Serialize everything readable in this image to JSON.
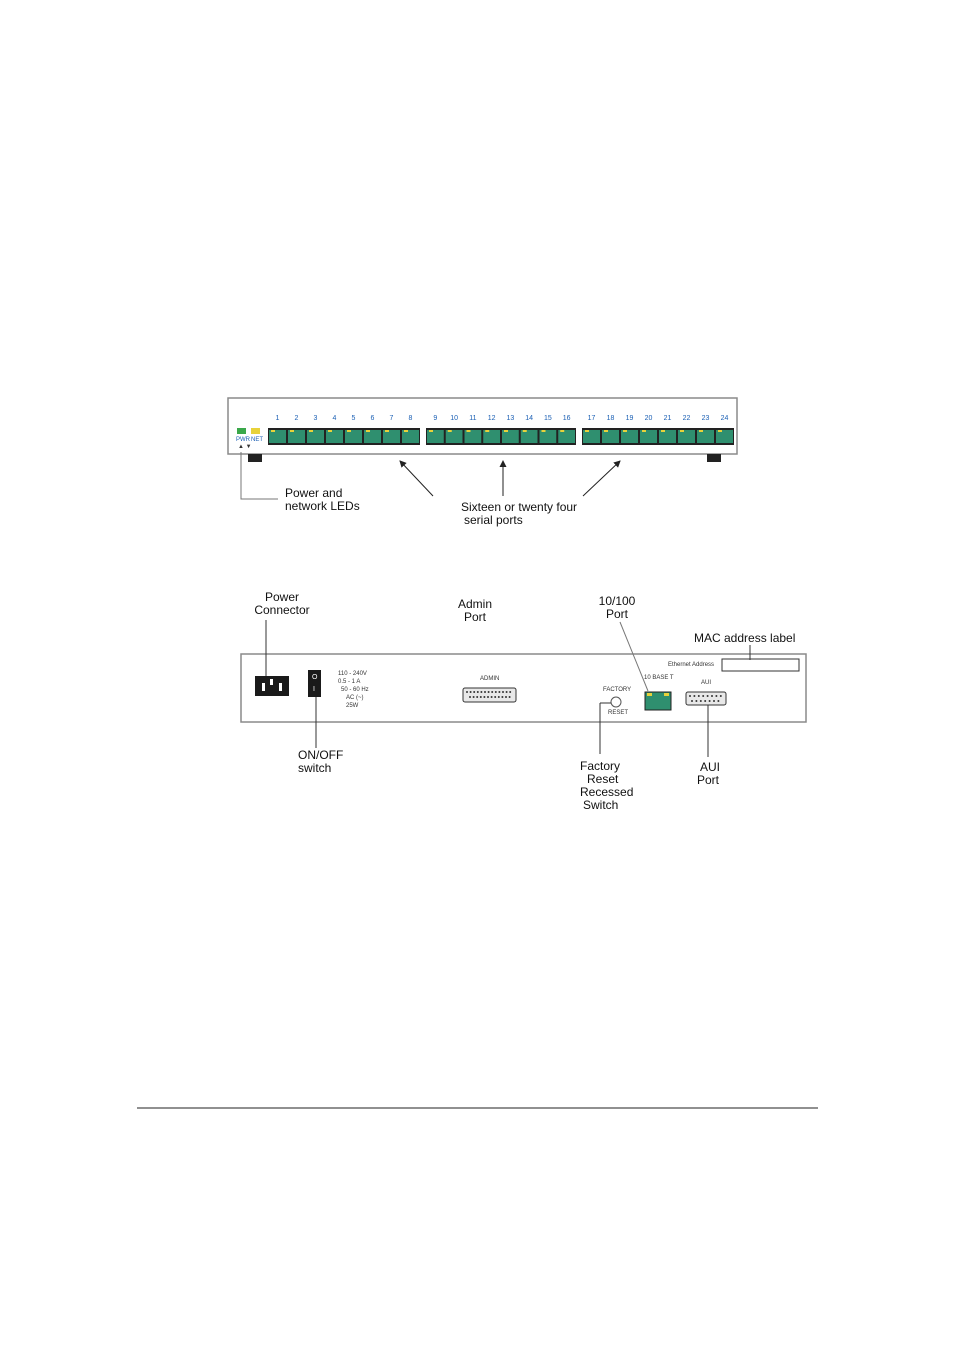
{
  "front_panel": {
    "led_labels": [
      "PWR",
      "NET"
    ],
    "port_numbers": [
      "1",
      "2",
      "3",
      "4",
      "5",
      "6",
      "7",
      "8",
      "9",
      "10",
      "11",
      "12",
      "13",
      "14",
      "15",
      "16",
      "17",
      "18",
      "19",
      "20",
      "21",
      "22",
      "23",
      "24"
    ],
    "callouts": {
      "leds_line1": "Power and",
      "leds_line2": "network LEDs",
      "ports_line1": "Sixteen or twenty four",
      "ports_line2": "serial ports"
    }
  },
  "rear_panel": {
    "power_specs": [
      "110 - 240V",
      "0.5 - 1 A",
      "50 - 60 Hz",
      "AC (~)",
      "25W"
    ],
    "switch_symbols": [
      "O",
      "I"
    ],
    "admin_label": "ADMIN",
    "factory_label": "FACTORY",
    "reset_label": "RESET",
    "tenbase_label": "10 BASE T",
    "aui_label": "AUI",
    "ethernet_address_label": "Ethernet Address",
    "callouts": {
      "power_connector": [
        "Power",
        "Connector"
      ],
      "on_off_switch": [
        "ON/OFF",
        "switch"
      ],
      "admin_port": [
        "Admin",
        "Port"
      ],
      "port_10_100": [
        "10/100",
        "Port"
      ],
      "mac_label": "MAC address label",
      "factory_reset": [
        "Factory",
        "Reset",
        "Recessed",
        "Switch"
      ],
      "aui_port": [
        "AUI",
        "Port"
      ]
    }
  },
  "colors": {
    "port_green": "#2f8f6f",
    "led_green": "#3aa84a",
    "led_yellow": "#e8d23a",
    "number_blue": "#1a5fb4"
  }
}
